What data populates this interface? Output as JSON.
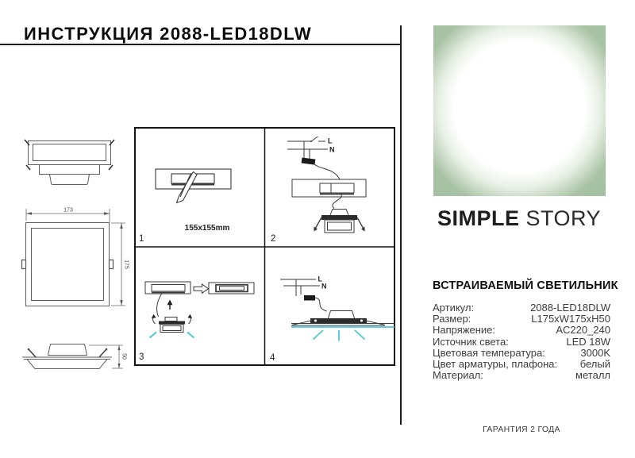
{
  "title": "ИНСТРУКЦИЯ 2088-LED18DLW",
  "logo": {
    "word_bold": "SIMPLE",
    "word_light": "STORY"
  },
  "product": {
    "heading": "ВСТРАИВАЕМЫЙ СВЕТИЛЬНИК",
    "specs": [
      {
        "label": "Артикул:",
        "value": "2088-LED18DLW"
      },
      {
        "label": "Размер:",
        "value": "L175xW175xH50"
      },
      {
        "label": "Напряжение:",
        "value": "AC220_240"
      },
      {
        "label": "Источник света:",
        "value": "LED 18W"
      },
      {
        "label": "Цветовая температура:",
        "value": "3000K"
      },
      {
        "label": "Цвет арматуры, плафона:",
        "value": "белый"
      },
      {
        "label": "Материал:",
        "value": "металл"
      }
    ]
  },
  "warranty_text": "ГАРАНТИЯ 2 ГОДА",
  "drawings": {
    "dim_width": "173",
    "dim_height": "175",
    "dim_depth": "50"
  },
  "steps": {
    "step1": {
      "number": "1",
      "cutout_size": "155x155mm"
    },
    "step2": {
      "number": "2",
      "wire_l": "L",
      "wire_n": "N"
    },
    "step3": {
      "number": "3"
    },
    "step4": {
      "number": "4",
      "wire_l": "L",
      "wire_n": "N"
    }
  },
  "colors": {
    "brand_green": "#a6c1a2",
    "accent_cyan": "#49c8d6",
    "line": "#1c1c1c"
  }
}
